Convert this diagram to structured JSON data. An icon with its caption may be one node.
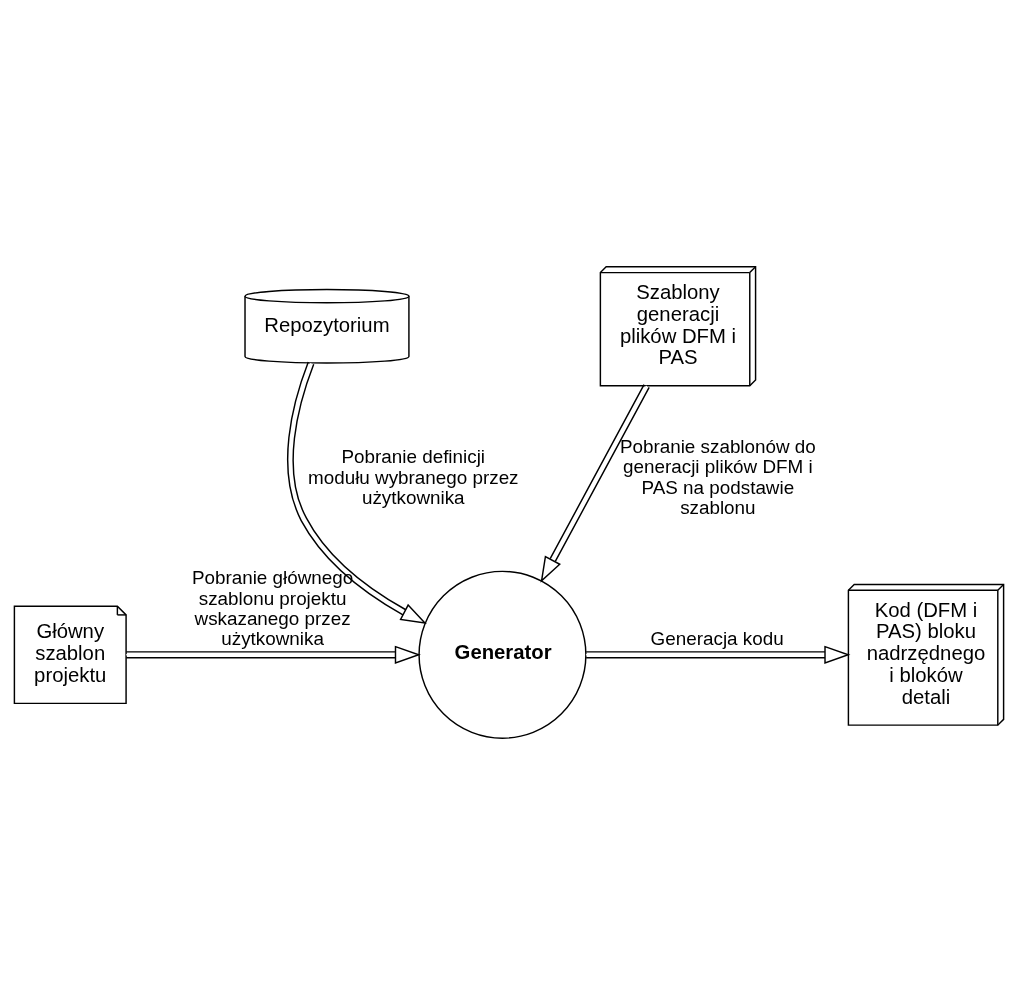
{
  "diagram": {
    "nodes": [
      {
        "text": [
          "Repozytorium"
        ]
      },
      {
        "text": [
          "Główny szablon projektu"
        ]
      },
      {
        "text": [
          "Generator"
        ]
      },
      {
        "text": [
          "Kod (DFM i PAS) bloku nadrzędnego i bloków detali"
        ]
      },
      {
        "text": [
          "Szablony generacji plików DFM i PAS"
        ]
      }
    ],
    "edges": [
      {
        "from": 0,
        "to": 2,
        "arrow": "to",
        "label": "Pobranie definicji modułu wybranego przez użytkownika"
      },
      {
        "from": 1,
        "to": 2,
        "arrow": "to",
        "label": "Pobranie głównego szablonu projektu wskazanego przez użytkownika"
      },
      {
        "from": 2,
        "to": 3,
        "arrow": "to",
        "label": "Generacja kodu"
      },
      {
        "from": 4,
        "to": 2,
        "arrow": "to",
        "label": "Pobranie szablonów do generacji plików DFM i PAS na podstawie szablonu"
      }
    ]
  }
}
